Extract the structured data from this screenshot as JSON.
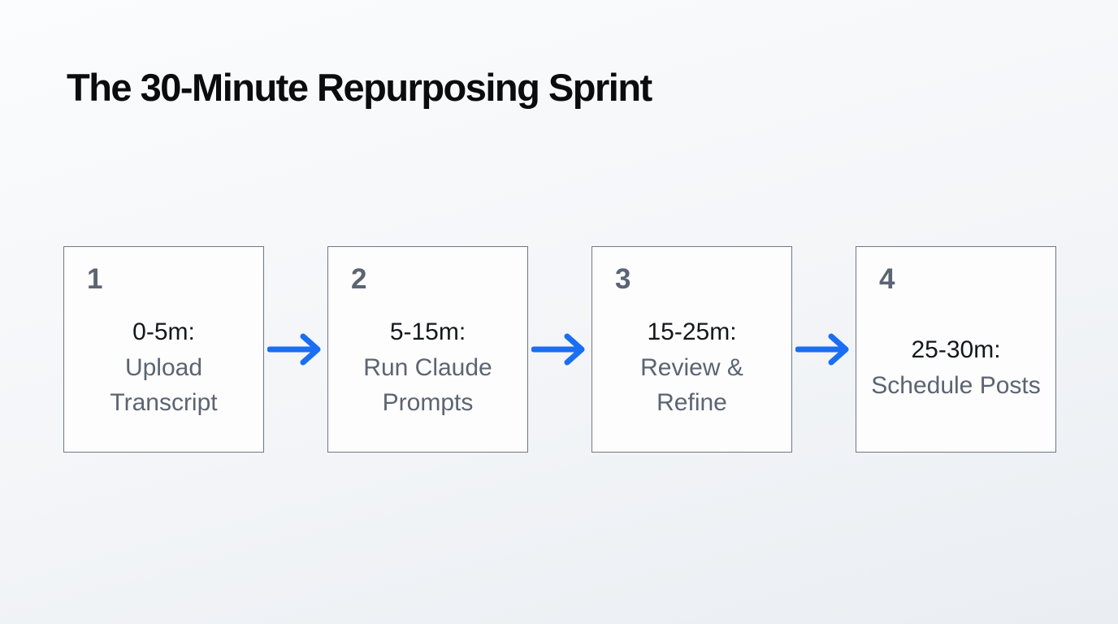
{
  "title": "The 30-Minute Repurposing Sprint",
  "colors": {
    "background_top": "#fbfcfd",
    "background_bottom": "#eaeef2",
    "box_background": "#fdfdfe",
    "box_border": "#6e7886",
    "number_gray": "#5b6472",
    "time_black": "#15171c",
    "label_gray": "#5b6472",
    "arrow_blue": "#1a6ef2"
  },
  "steps": [
    {
      "number": "1",
      "time": "0-5m:",
      "label": "Upload Transcript"
    },
    {
      "number": "2",
      "time": "5-15m:",
      "label": "Run Claude Prompts"
    },
    {
      "number": "3",
      "time": "15-25m:",
      "label": "Review & Refine"
    },
    {
      "number": "4",
      "time": "25-30m:",
      "label": "Schedule Posts"
    }
  ]
}
